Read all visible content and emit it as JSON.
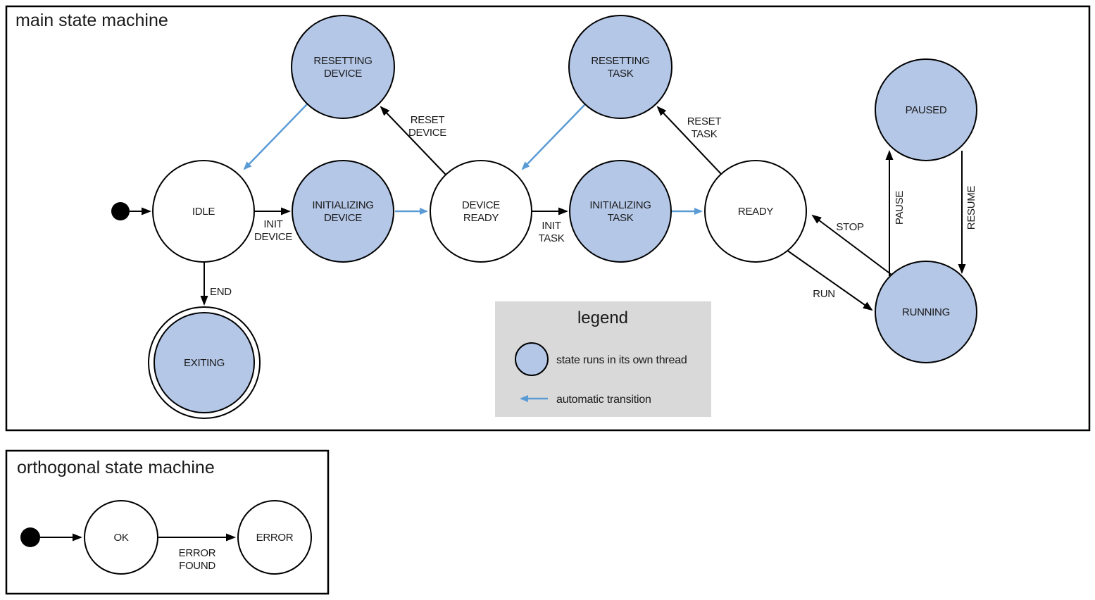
{
  "colors": {
    "thread_fill": "#b4c7e7",
    "auto_transition": "#5b9bd5",
    "stroke": "#000000",
    "legend_bg": "#d9d9d9"
  },
  "main": {
    "title": "main state machine",
    "states": {
      "idle": {
        "l1": "IDLE",
        "threaded": false
      },
      "resetting_device": {
        "l1": "RESETTING",
        "l2": "DEVICE",
        "threaded": true
      },
      "initializing_device": {
        "l1": "INITIALIZING",
        "l2": "DEVICE",
        "threaded": true
      },
      "device_ready": {
        "l1": "DEVICE",
        "l2": "READY",
        "threaded": false
      },
      "resetting_task": {
        "l1": "RESETTING",
        "l2": "TASK",
        "threaded": true
      },
      "initializing_task": {
        "l1": "INITIALIZING",
        "l2": "TASK",
        "threaded": true
      },
      "ready": {
        "l1": "READY",
        "threaded": false
      },
      "paused": {
        "l1": "PAUSED",
        "threaded": true
      },
      "running": {
        "l1": "RUNNING",
        "threaded": true
      },
      "exiting": {
        "l1": "EXITING",
        "threaded": true,
        "final": true
      }
    },
    "transitions": {
      "init_device": {
        "l1": "INIT",
        "l2": "DEVICE",
        "from": "idle",
        "to": "initializing_device"
      },
      "end": {
        "l1": "END",
        "from": "idle",
        "to": "exiting"
      },
      "reset_device": {
        "l1": "RESET",
        "l2": "DEVICE",
        "from": "device_ready",
        "to": "resetting_device"
      },
      "init_task": {
        "l1": "INIT",
        "l2": "TASK",
        "from": "device_ready",
        "to": "initializing_task"
      },
      "reset_task": {
        "l1": "RESET",
        "l2": "TASK",
        "from": "ready",
        "to": "resetting_task"
      },
      "stop": {
        "l1": "STOP",
        "from": "running",
        "to": "ready"
      },
      "run": {
        "l1": "RUN",
        "from": "ready",
        "to": "running"
      },
      "pause": {
        "l1": "PAUSE",
        "from": "running",
        "to": "paused"
      },
      "resume": {
        "l1": "RESUME",
        "from": "paused",
        "to": "running"
      }
    },
    "auto_transitions": [
      {
        "from": "resetting_device",
        "to": "idle"
      },
      {
        "from": "initializing_device",
        "to": "device_ready"
      },
      {
        "from": "resetting_task",
        "to": "device_ready"
      },
      {
        "from": "initializing_task",
        "to": "ready"
      }
    ]
  },
  "legend": {
    "title": "legend",
    "thread_label": "state runs in its own thread",
    "auto_label": "automatic transition"
  },
  "orthogonal": {
    "title": "orthogonal state machine",
    "states": {
      "ok": {
        "l1": "OK"
      },
      "error": {
        "l1": "ERROR"
      }
    },
    "transitions": {
      "error_found": {
        "l1": "ERROR",
        "l2": "FOUND",
        "from": "ok",
        "to": "error"
      }
    }
  }
}
